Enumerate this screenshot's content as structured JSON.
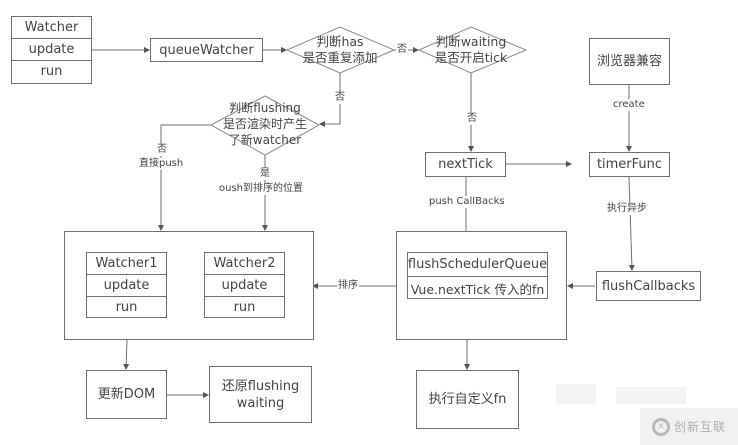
{
  "title": "Vue watcher update / nextTick flow",
  "nodes": {
    "watcher": {
      "rows": [
        "Watcher",
        "update",
        "run"
      ]
    },
    "queue_watcher": "queueWatcher",
    "check_has": [
      "判断has",
      "是否重复添加"
    ],
    "check_waiting": [
      "判断waiting",
      "是否开启tick"
    ],
    "browser_compat": "浏览器兼容",
    "check_flushing": [
      "判断flushing",
      "是否渲染时产生",
      "了新watcher"
    ],
    "next_tick": "nextTick",
    "timer_func": "timerFunc",
    "flush_callbacks": "flushCallbacks",
    "queue_container": {
      "watcher1": [
        "Watcher1",
        "update",
        "run"
      ],
      "watcher2": [
        "Watcher2",
        "update",
        "run"
      ]
    },
    "callbacks_container": {
      "rows": [
        "flushSchedulerQueue",
        "Vue.nextTick 传入的fn"
      ]
    },
    "update_dom": "更新DOM",
    "reset_flags": [
      "还原flushing",
      "waiting"
    ],
    "run_custom_fn": "执行自定义fn"
  },
  "edge_labels": {
    "has_no": "否",
    "has_no_down": "否",
    "waiting_no": "否",
    "create": "create",
    "flushing_no": "否",
    "direct_push": "直接push",
    "flushing_yes": "是",
    "push_sorted": "oush到排序的位置",
    "push_callbacks": "push CallBacks",
    "run_async": "执行异步",
    "sort": "排序"
  },
  "watermark": {
    "brand": "创新互联"
  },
  "colors": {
    "line": "#6f6f6f",
    "text": "#444444",
    "background": "#ffffff"
  }
}
